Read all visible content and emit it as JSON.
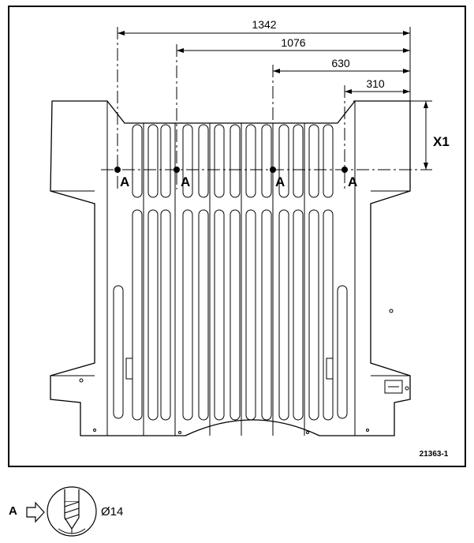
{
  "dimensions": {
    "d1342": "1342",
    "d1076": "1076",
    "d630": "630",
    "d310": "310",
    "x1": "X1"
  },
  "points": {
    "label": "A"
  },
  "reference": "21363-1",
  "legend": {
    "letter": "A",
    "diameter": "Ø14"
  },
  "icons": {
    "arrow": "hollow-arrow-right-icon",
    "drill": "drill-bit-icon"
  }
}
